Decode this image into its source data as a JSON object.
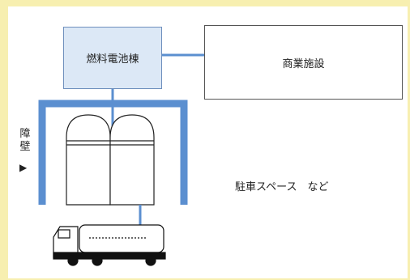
{
  "nodes": {
    "fuel_cell_building": "燃料電池棟",
    "commercial_facility": "商業施設",
    "parking_space": "駐車スペース　など",
    "wall_label_line1": "障",
    "wall_label_line2": "壁",
    "wall_arrow": "▶"
  },
  "colors": {
    "frame_background": "#f7efb0",
    "wall_blue": "#5b8fd0",
    "fuel_box_fill": "#dce8f6",
    "line_blue": "#5b8fd0"
  }
}
